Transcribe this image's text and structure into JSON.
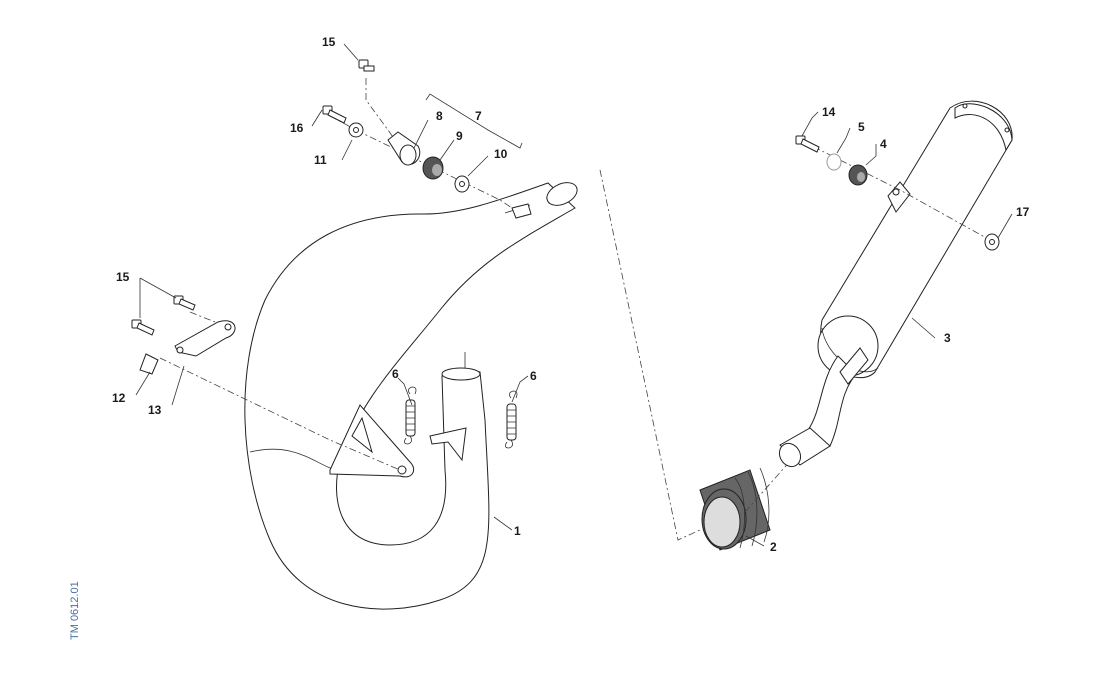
{
  "reference_code": "TM 0612.01",
  "labels": {
    "l1": "1",
    "l2": "2",
    "l3": "3",
    "l4": "4",
    "l5": "5",
    "l6a": "6",
    "l6b": "6",
    "l7": "7",
    "l8": "8",
    "l9": "9",
    "l10": "10",
    "l11": "11",
    "l12": "12",
    "l13": "13",
    "l14": "14",
    "l15a": "15",
    "l15b": "15",
    "l16": "16",
    "l17": "17"
  }
}
